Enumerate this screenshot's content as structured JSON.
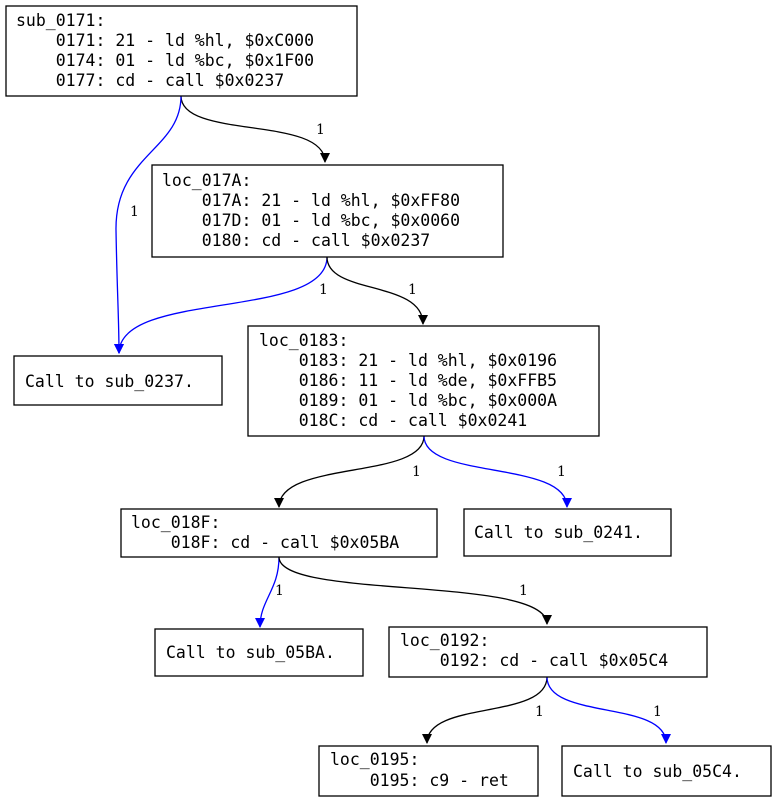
{
  "colors": {
    "box_border": "#000000",
    "edge_fallthrough": "#000000",
    "edge_call": "#0000ff",
    "background": "#ffffff"
  },
  "nodes": [
    {
      "id": "sub_0171",
      "lines": [
        "sub_0171:",
        "    0171: 21 - ld %hl, $0xC000",
        "    0174: 01 - ld %bc, $0x1F00",
        "    0177: cd - call $0x0237"
      ]
    },
    {
      "id": "loc_017A",
      "lines": [
        "loc_017A:",
        "    017A: 21 - ld %hl, $0xFF80",
        "    017D: 01 - ld %bc, $0x0060",
        "    0180: cd - call $0x0237"
      ]
    },
    {
      "id": "call_0237",
      "lines": [
        "Call to sub_0237."
      ]
    },
    {
      "id": "loc_0183",
      "lines": [
        "loc_0183:",
        "    0183: 21 - ld %hl, $0x0196",
        "    0186: 11 - ld %de, $0xFFB5",
        "    0189: 01 - ld %bc, $0x000A",
        "    018C: cd - call $0x0241"
      ]
    },
    {
      "id": "loc_018F",
      "lines": [
        "loc_018F:",
        "    018F: cd - call $0x05BA"
      ]
    },
    {
      "id": "call_0241",
      "lines": [
        "Call to sub_0241."
      ]
    },
    {
      "id": "call_05BA",
      "lines": [
        "Call to sub_05BA."
      ]
    },
    {
      "id": "loc_0192",
      "lines": [
        "loc_0192:",
        "    0192: cd - call $0x05C4"
      ]
    },
    {
      "id": "loc_0195",
      "lines": [
        "loc_0195:",
        "    0195: c9 - ret"
      ]
    },
    {
      "id": "call_05C4",
      "lines": [
        "Call to sub_05C4."
      ]
    }
  ],
  "edges": [
    {
      "from": "sub_0171",
      "to": "loc_017A",
      "label": "1",
      "kind": "fallthrough"
    },
    {
      "from": "sub_0171",
      "to": "call_0237",
      "label": "1",
      "kind": "call"
    },
    {
      "from": "loc_017A",
      "to": "call_0237",
      "label": "1",
      "kind": "call"
    },
    {
      "from": "loc_017A",
      "to": "loc_0183",
      "label": "1",
      "kind": "fallthrough"
    },
    {
      "from": "loc_0183",
      "to": "loc_018F",
      "label": "1",
      "kind": "fallthrough"
    },
    {
      "from": "loc_0183",
      "to": "call_0241",
      "label": "1",
      "kind": "call"
    },
    {
      "from": "loc_018F",
      "to": "call_05BA",
      "label": "1",
      "kind": "call"
    },
    {
      "from": "loc_018F",
      "to": "loc_0192",
      "label": "1",
      "kind": "fallthrough"
    },
    {
      "from": "loc_0192",
      "to": "loc_0195",
      "label": "1",
      "kind": "fallthrough"
    },
    {
      "from": "loc_0192",
      "to": "call_05C4",
      "label": "1",
      "kind": "call"
    }
  ]
}
